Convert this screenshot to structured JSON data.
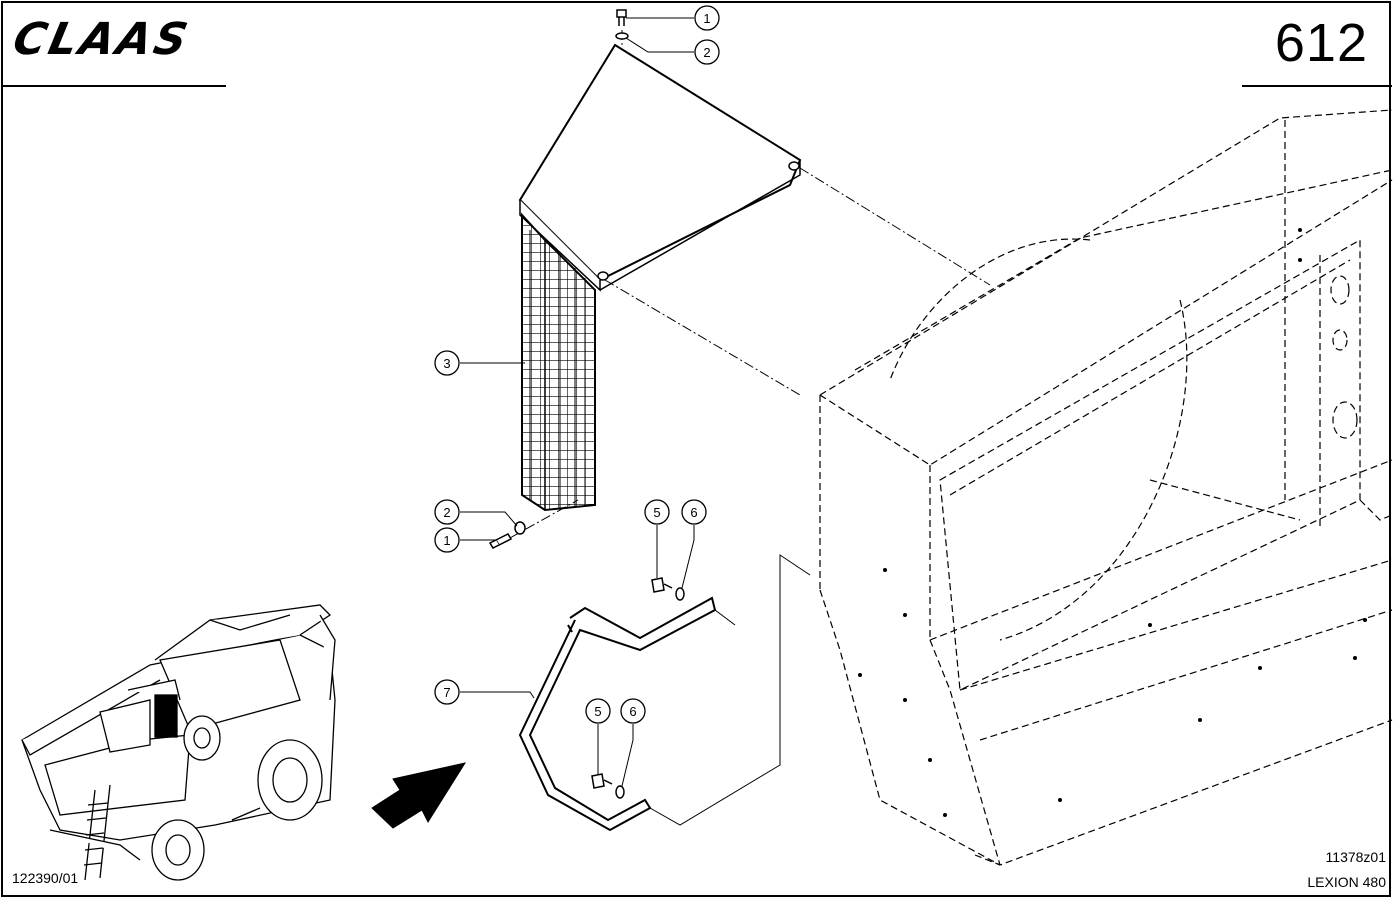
{
  "header": {
    "brand": "CLAAS",
    "page_number": "612"
  },
  "footer": {
    "reference_left": "122390/01",
    "drawing_code": "11378z01",
    "model": "LEXION 480"
  },
  "callouts": [
    {
      "id": "c1a",
      "label": "1"
    },
    {
      "id": "c2a",
      "label": "2"
    },
    {
      "id": "c3",
      "label": "3"
    },
    {
      "id": "c2b",
      "label": "2"
    },
    {
      "id": "c1b",
      "label": "1"
    },
    {
      "id": "c5a",
      "label": "5"
    },
    {
      "id": "c6a",
      "label": "6"
    },
    {
      "id": "c7",
      "label": "7"
    },
    {
      "id": "c5b",
      "label": "5"
    },
    {
      "id": "c6b",
      "label": "6"
    }
  ]
}
